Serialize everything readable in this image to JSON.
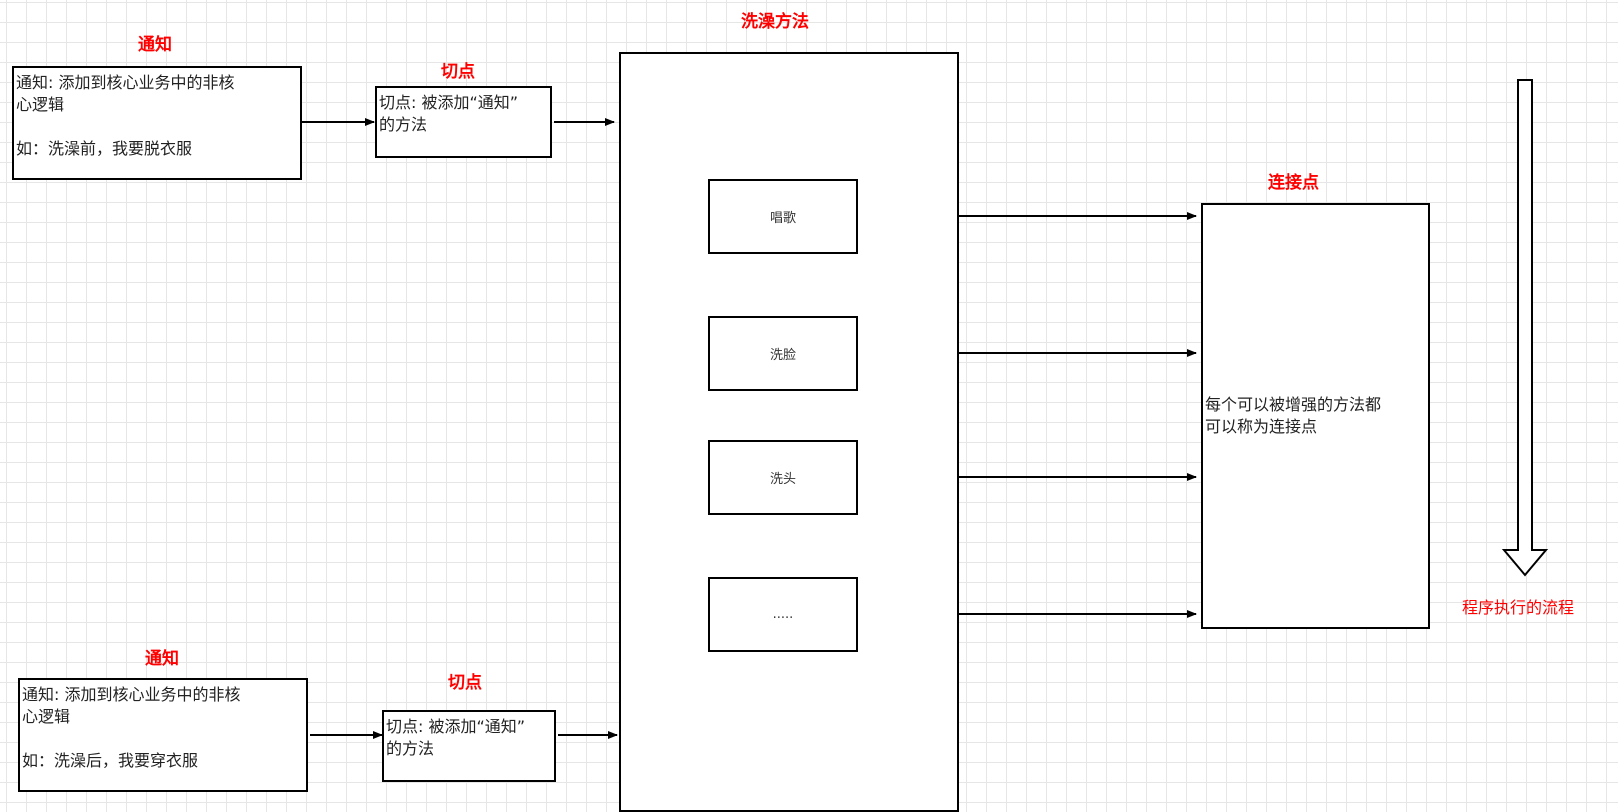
{
  "titles": {
    "main_method": "洗澡方法",
    "advice_top": "通知",
    "pointcut_top": "切点",
    "advice_bottom": "通知",
    "pointcut_bottom": "切点",
    "join_point": "连接点",
    "flow": "程序执行的流程"
  },
  "advice_top": {
    "line1": "通知: 添加到核心业务中的非核",
    "line2": "心逻辑",
    "line3": "如：洗澡前，我要脱衣服"
  },
  "pointcut_top": {
    "line1": "切点: 被添加“通知”",
    "line2": "的方法"
  },
  "advice_bottom": {
    "line1": "通知: 添加到核心业务中的非核",
    "line2": "心逻辑",
    "line3": "如：洗澡后，我要穿衣服"
  },
  "pointcut_bottom": {
    "line1": "切点: 被添加“通知”",
    "line2": "的方法"
  },
  "steps": [
    "唱歌",
    "洗脸",
    "洗头",
    "....."
  ],
  "join_point_box": {
    "line1": "每个可以被增强的方法都",
    "line2": "可以称为连接点"
  },
  "colors": {
    "title_red": "#ff0000",
    "stroke": "#000000",
    "grid": "#e6e6e6"
  }
}
